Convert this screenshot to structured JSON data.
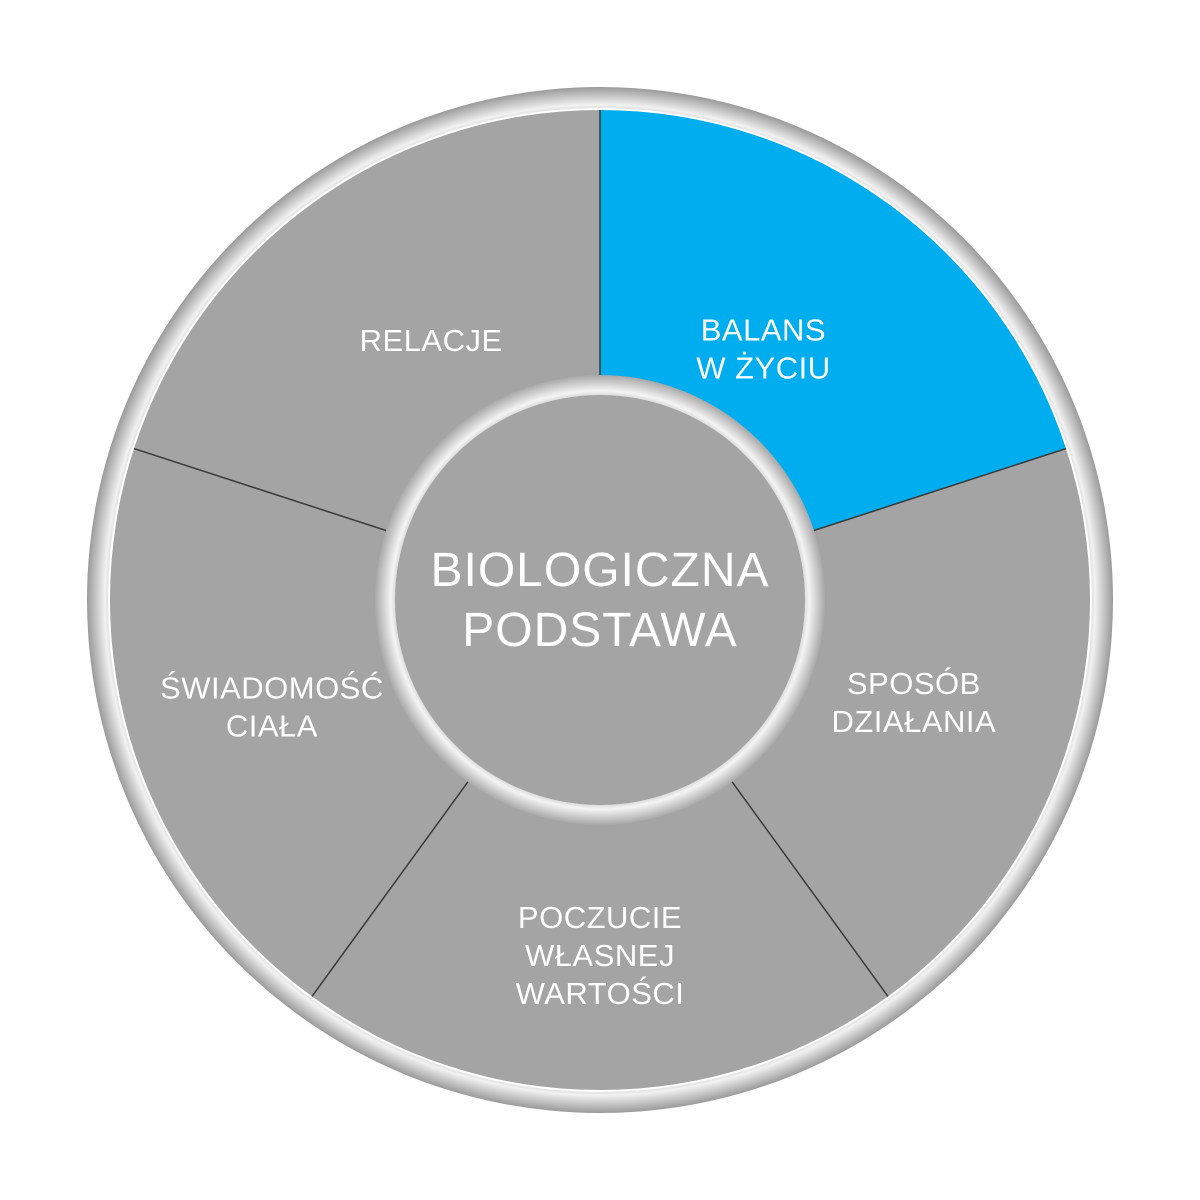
{
  "center": {
    "lines": [
      "BIOLOGICZNA",
      "PODSTAWA"
    ]
  },
  "segments": [
    {
      "id": "balans",
      "lines": [
        "BALANS",
        "W ŻYCIU"
      ],
      "highlighted": true
    },
    {
      "id": "sposob",
      "lines": [
        "SPOSÓB",
        "DZIAŁANIA"
      ],
      "highlighted": false
    },
    {
      "id": "poczucie",
      "lines": [
        "POCZUCIE",
        "WŁASNEJ",
        "WARTOŚCI"
      ],
      "highlighted": false
    },
    {
      "id": "swiadomosc",
      "lines": [
        "ŚWIADOMOŚĆ",
        "CIAŁA"
      ],
      "highlighted": false
    },
    {
      "id": "relacje",
      "lines": [
        "RELACJE"
      ],
      "highlighted": false
    }
  ],
  "colors": {
    "segment": "#a4a4a4",
    "highlight": "#00aeef",
    "ring": "#d9d9d9",
    "divider": "#3a3a3a",
    "text": "#ffffff"
  }
}
